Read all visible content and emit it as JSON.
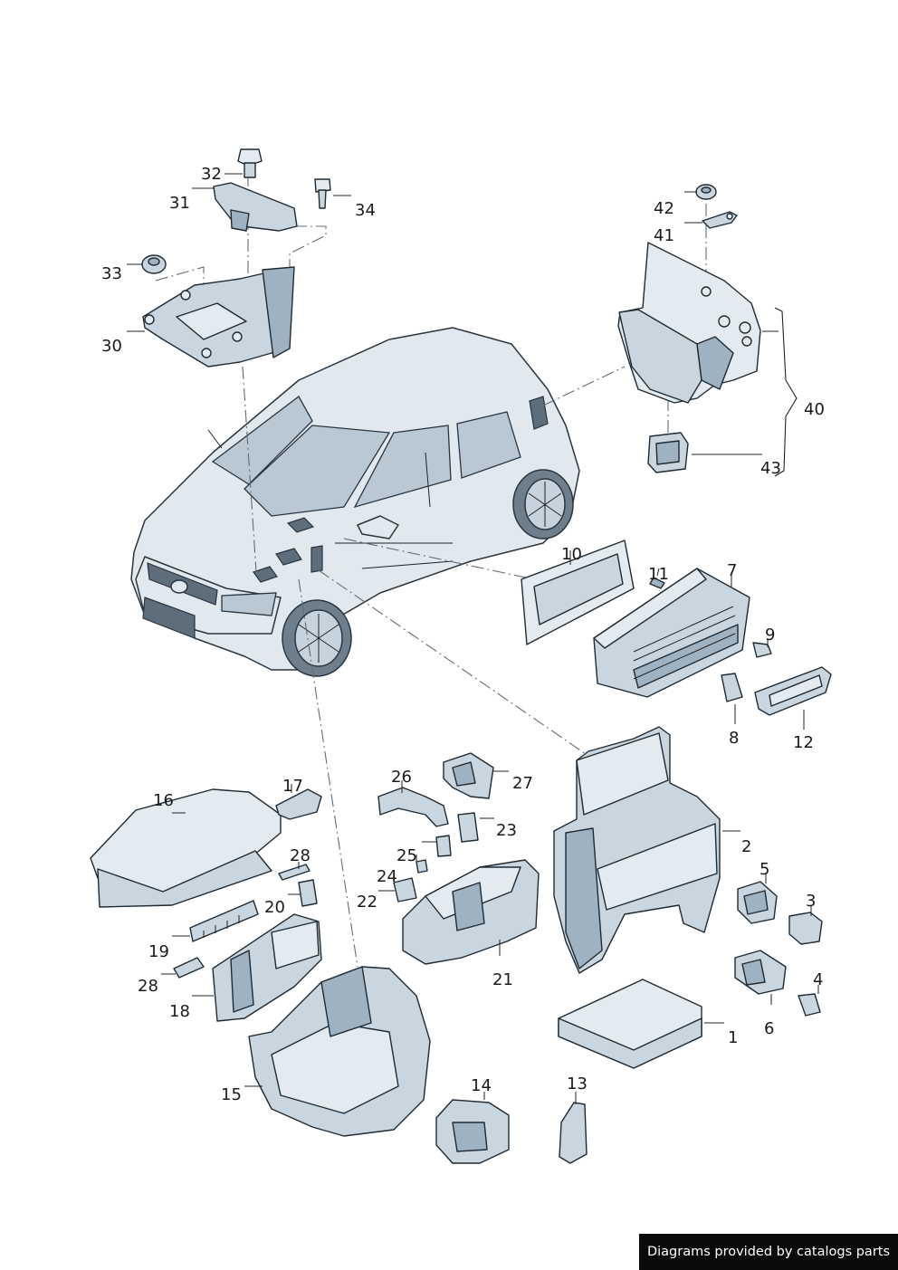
{
  "credit": "Diagrams provided by catalogs parts",
  "callouts": {
    "n1": "1",
    "n2": "2",
    "n3": "3",
    "n4": "4",
    "n5": "5",
    "n6": "6",
    "n7": "7",
    "n8": "8",
    "n9": "9",
    "n10": "10",
    "n11": "11",
    "n12": "12",
    "n13": "13",
    "n14": "14",
    "n15": "15",
    "n16": "16",
    "n17": "17",
    "n18": "18",
    "n19": "19",
    "n20": "20",
    "n21": "21",
    "n22": "22",
    "n23": "23",
    "n24": "24",
    "n25": "25",
    "n26": "26",
    "n27": "27",
    "n28a": "28",
    "n28b": "28",
    "n30": "30",
    "n31": "31",
    "n32": "32",
    "n33": "33",
    "n34": "34",
    "n40": "40",
    "n41": "41",
    "n42": "42",
    "n43": "43"
  }
}
